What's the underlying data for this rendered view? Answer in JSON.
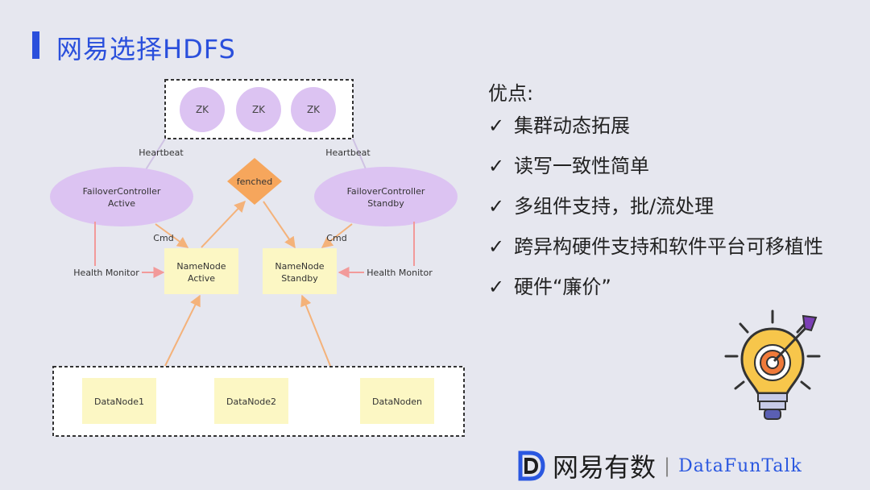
{
  "title": "网易选择HDFS",
  "diagram": {
    "zk_nodes": [
      "ZK",
      "ZK",
      "ZK"
    ],
    "heartbeat_left": "Heartbeat",
    "heartbeat_right": "Heartbeat",
    "fc_active": [
      "FailoverController",
      "Active"
    ],
    "fc_standby": [
      "FailoverController",
      "Standby"
    ],
    "fenched": "fenched",
    "cmd_left": "Cmd",
    "cmd_right": "Cmd",
    "health_left": "Health Monitor",
    "health_right": "Health Monitor",
    "nn_active": [
      "NameNode",
      "Active"
    ],
    "nn_standby": [
      "NameNode",
      "Standby"
    ],
    "datanodes": [
      "DataNode1",
      "DataNode2",
      "DataNoden"
    ]
  },
  "advantages": {
    "heading": "优点:",
    "items": [
      "集群动态拓展",
      "读写一致性简单",
      "多组件支持，批/流处理",
      "跨异构硬件支持和软件平台可移植性",
      "硬件“廉价”"
    ],
    "check_symbol": "✓"
  },
  "footer": {
    "brand": "网易有数",
    "separator": "|",
    "partner": "DataFunTalk"
  },
  "colors": {
    "accent": "#2a4fdc",
    "zk_fill": "#dcc3f2",
    "node_fill": "#fcf7c4",
    "arrow": "#f4b27a",
    "fenched_fill": "#f6a65c"
  }
}
